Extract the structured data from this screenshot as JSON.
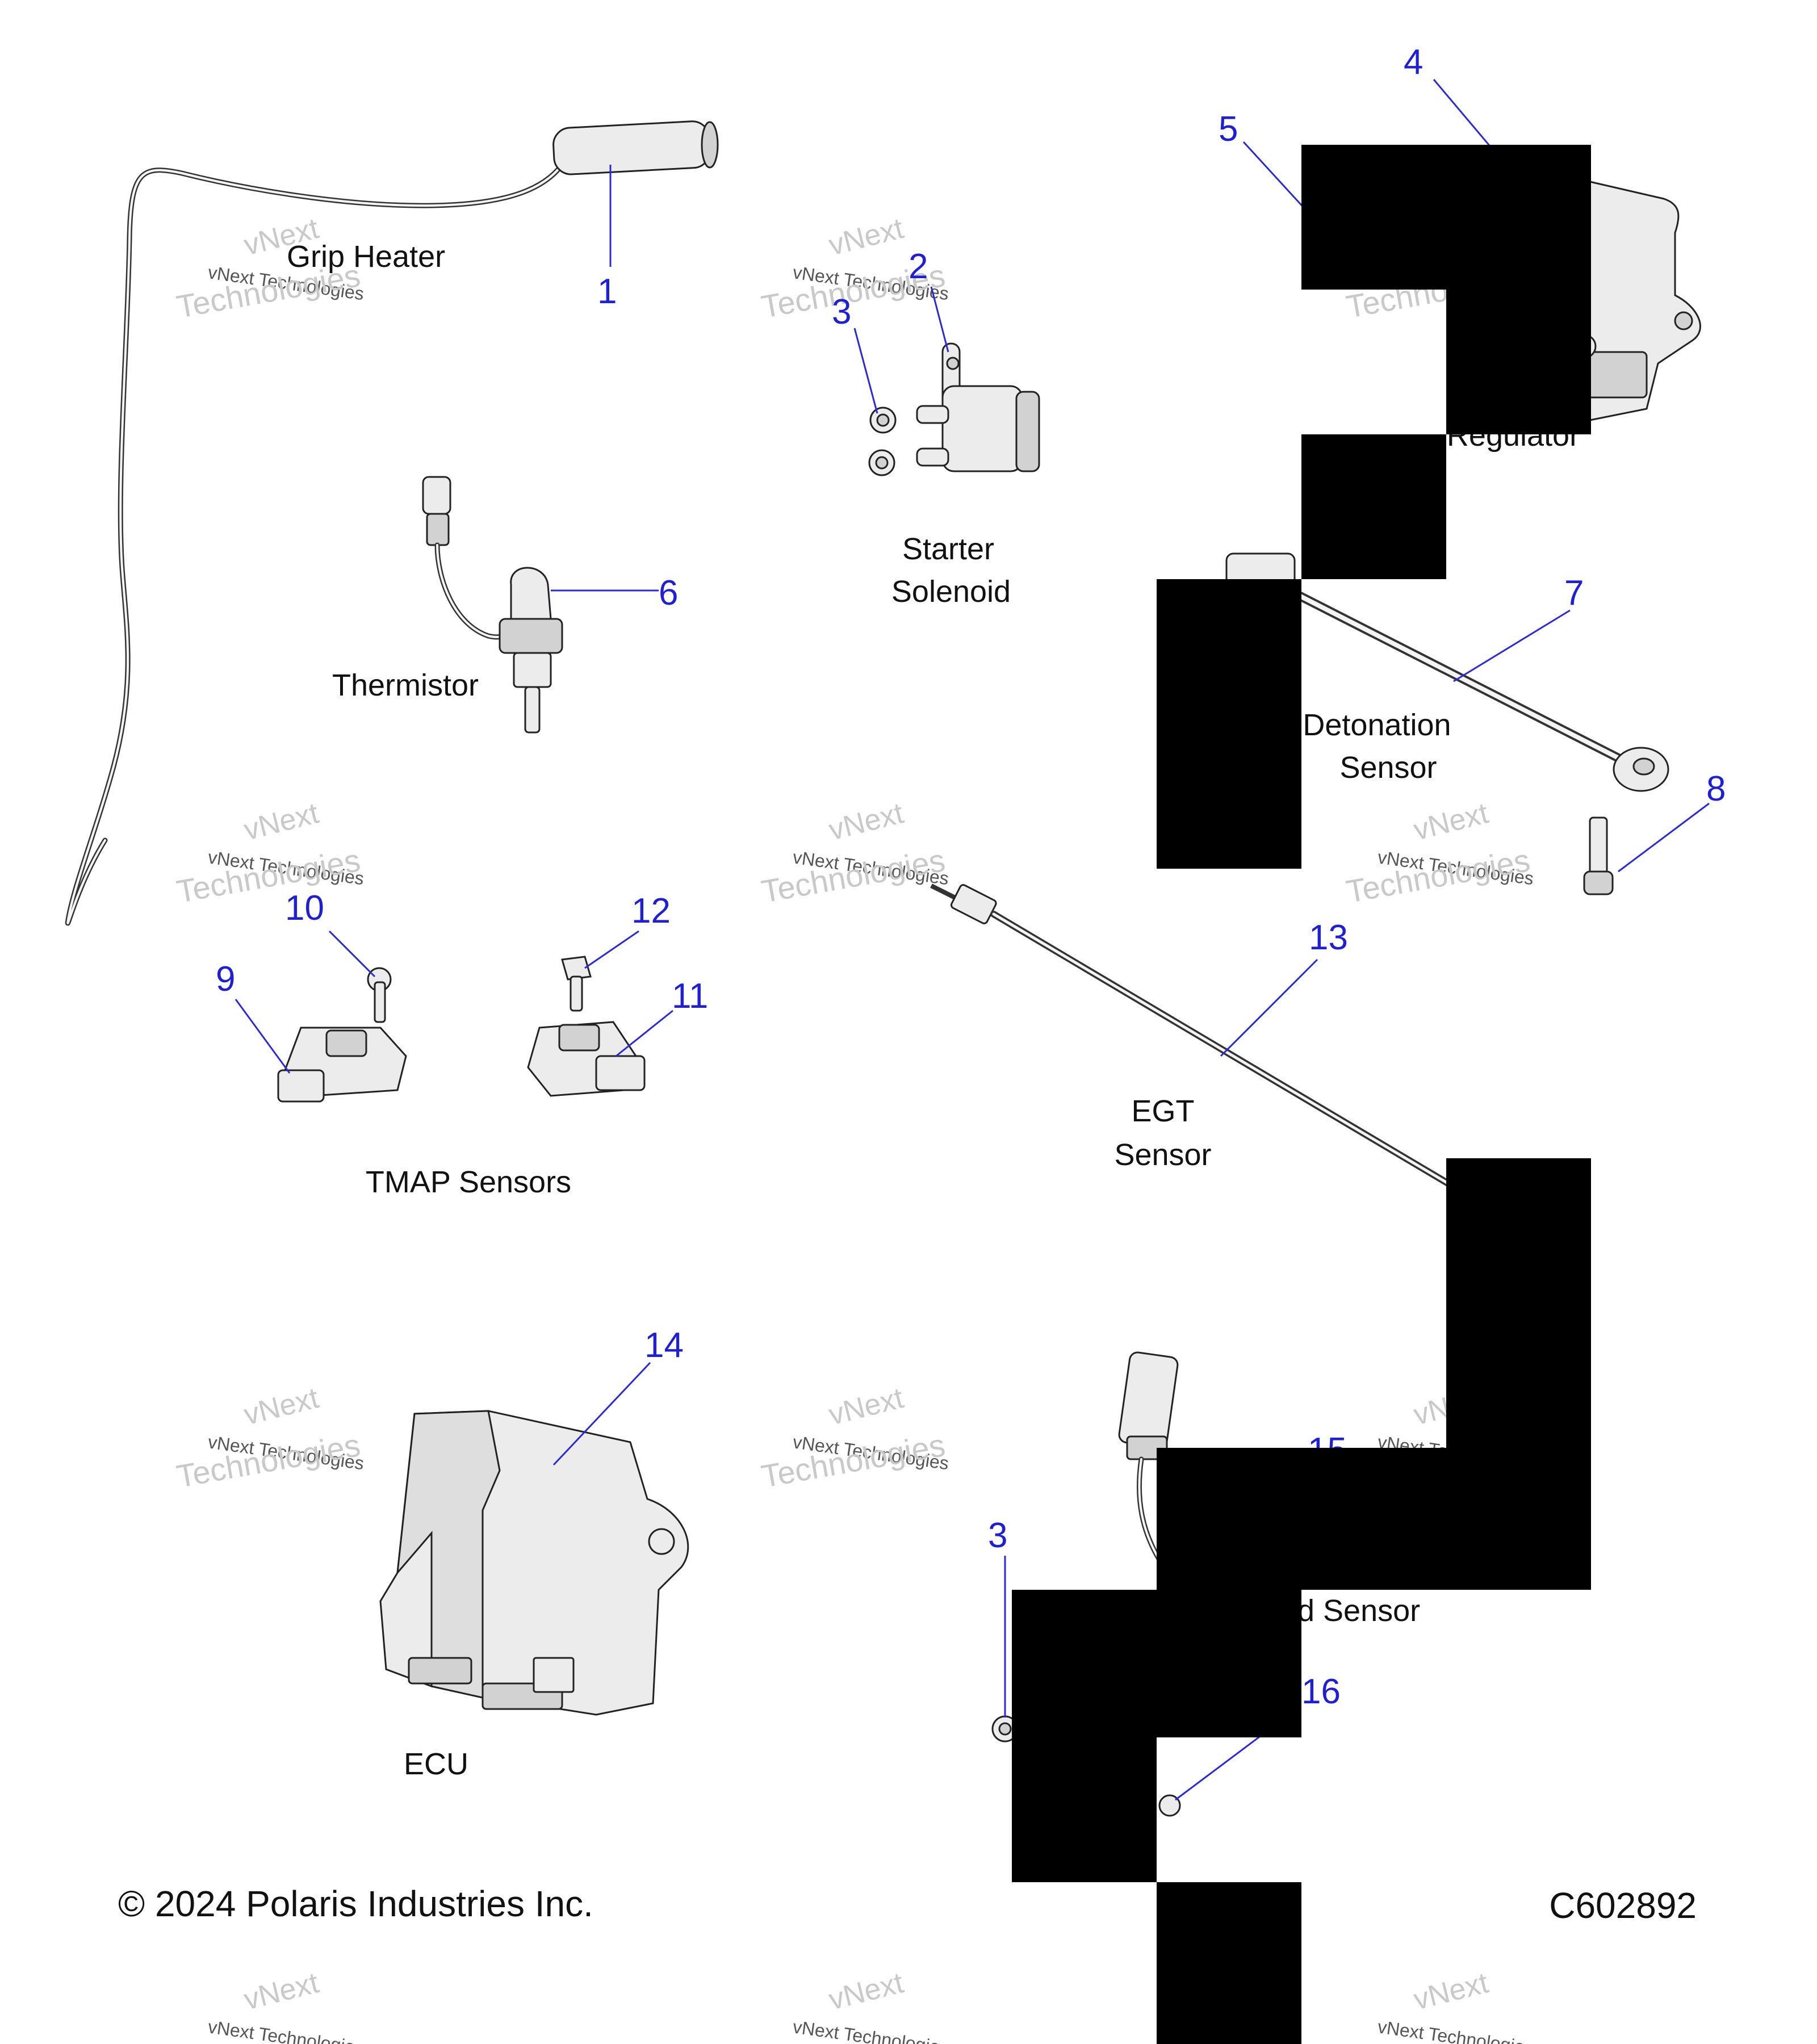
{
  "callouts": [
    "1",
    "2",
    "3",
    "4",
    "5",
    "6",
    "7",
    "8",
    "9",
    "10",
    "11",
    "12",
    "13",
    "14",
    "15",
    "16"
  ],
  "labels": {
    "grip_heater": "Grip Heater",
    "starter": "Starter",
    "solenoid": "Solenoid",
    "regulator": "Regulator",
    "thermistor": "Thermistor",
    "detonation": "Detonation",
    "sensor": "Sensor",
    "tmap": "TMAP Sensors",
    "egt": "EGT",
    "ecu": "ECU",
    "speed_sensor_partial": "d Sensor"
  },
  "watermark": {
    "line1": "vNext",
    "line2": "vNext Technologies",
    "line3": "Technologies"
  },
  "footer": {
    "copyright": "© 2024 Polaris Industries Inc.",
    "diagram_id": "C602892"
  },
  "colors": {
    "callout": "#1f1fd6",
    "leader": "#2a2ad8",
    "redaction": "#000000",
    "watermark": "#c9c9c9"
  }
}
